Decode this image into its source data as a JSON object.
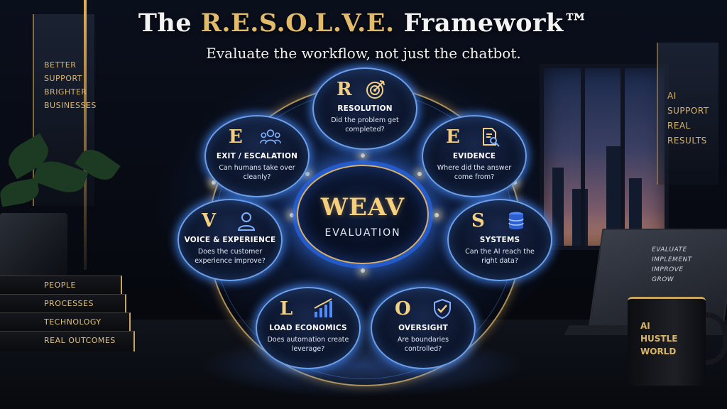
{
  "title": {
    "prefix": "The ",
    "highlight": "R.E.S.O.L.V.E.",
    "suffix": " Framework™"
  },
  "subtitle": "Evaluate the workflow, not just the chatbot.",
  "center": {
    "title": "WEAV",
    "subtitle": "EVALUATION"
  },
  "nodes": [
    {
      "letter": "R",
      "name": "RESOLUTION",
      "question": "Did the problem get completed?",
      "icon": "target-icon"
    },
    {
      "letter": "E",
      "name": "EVIDENCE",
      "question": "Where did the answer come from?",
      "icon": "document-search-icon"
    },
    {
      "letter": "S",
      "name": "SYSTEMS",
      "question": "Can the AI reach the right data?",
      "icon": "database-icon"
    },
    {
      "letter": "O",
      "name": "OVERSIGHT",
      "question": "Are boundaries controlled?",
      "icon": "shield-check-icon"
    },
    {
      "letter": "L",
      "name": "LOAD ECONOMICS",
      "question": "Does automation create leverage?",
      "icon": "bar-chart-icon"
    },
    {
      "letter": "V",
      "name": "VOICE & EXPERIENCE",
      "question": "Does the customer experience improve?",
      "icon": "person-icon"
    },
    {
      "letter": "E",
      "name": "EXIT / ESCALATION",
      "question": "Can humans take over cleanly?",
      "icon": "team-icon"
    }
  ],
  "wall_left": [
    "BETTER",
    "SUPPORT",
    "BRIGHTER",
    "BUSINESSES"
  ],
  "wall_right": [
    "AI",
    "SUPPORT",
    "REAL",
    "RESULTS"
  ],
  "books": [
    "PEOPLE",
    "PROCESSES",
    "TECHNOLOGY",
    "REAL OUTCOMES"
  ],
  "laptop_lines": [
    "EVALUATE",
    "IMPLEMENT",
    "IMPROVE",
    "GROW"
  ],
  "mug_lines": [
    "AI",
    "HUSTLE",
    "WORLD"
  ],
  "colors": {
    "gold": "#e2bb6a",
    "glow_blue": "#468cff",
    "background": "#05070d"
  }
}
